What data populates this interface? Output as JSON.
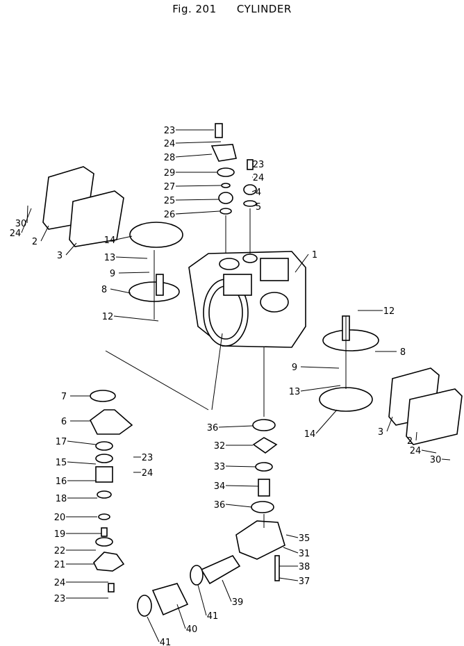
{
  "figure": {
    "number": "Fig. 201",
    "title": "CYLINDER"
  },
  "callouts": [
    "23",
    "24",
    "28",
    "29",
    "27",
    "25",
    "26",
    "23",
    "24",
    "4",
    "5",
    "1",
    "30",
    "24",
    "2",
    "3",
    "14",
    "13",
    "9",
    "8",
    "12",
    "12",
    "8",
    "9",
    "13",
    "14",
    "3",
    "2",
    "24",
    "30",
    "7",
    "6",
    "17",
    "15",
    "16",
    "18",
    "20",
    "19",
    "22",
    "21",
    "24",
    "23",
    "23",
    "24",
    "36",
    "32",
    "33",
    "34",
    "36",
    "35",
    "31",
    "38",
    "37",
    "39",
    "41",
    "40",
    "41"
  ]
}
